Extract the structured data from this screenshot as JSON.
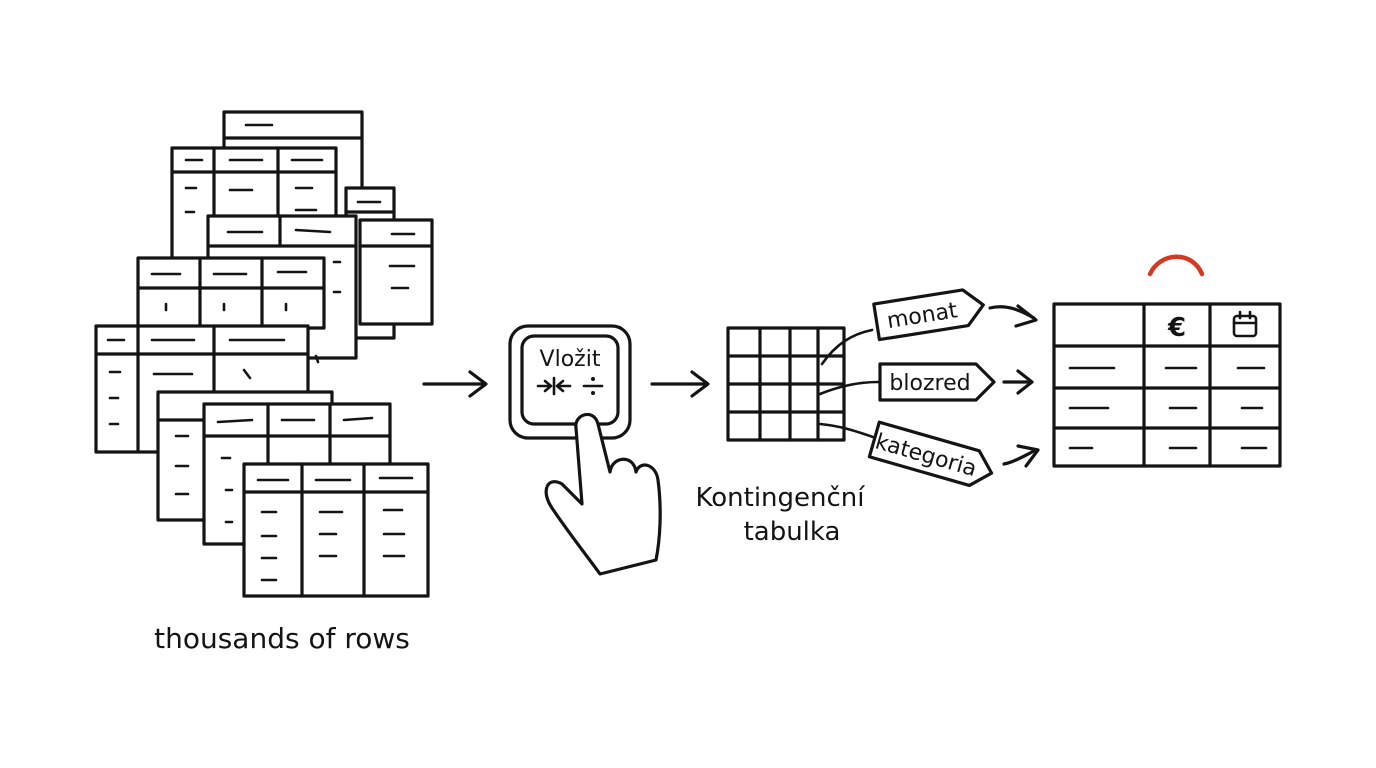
{
  "labels": {
    "source": "thousands of rows",
    "button": "Vložit",
    "pivot_line1": "Kontingenční",
    "pivot_line2": "tabulka"
  },
  "tags": [
    "monat",
    "blozred",
    "kategoria"
  ],
  "result_headers": [
    "€",
    "calendar-icon"
  ],
  "colors": {
    "ink": "#141414",
    "accent": "#d23a22",
    "background": "#ffffff"
  }
}
